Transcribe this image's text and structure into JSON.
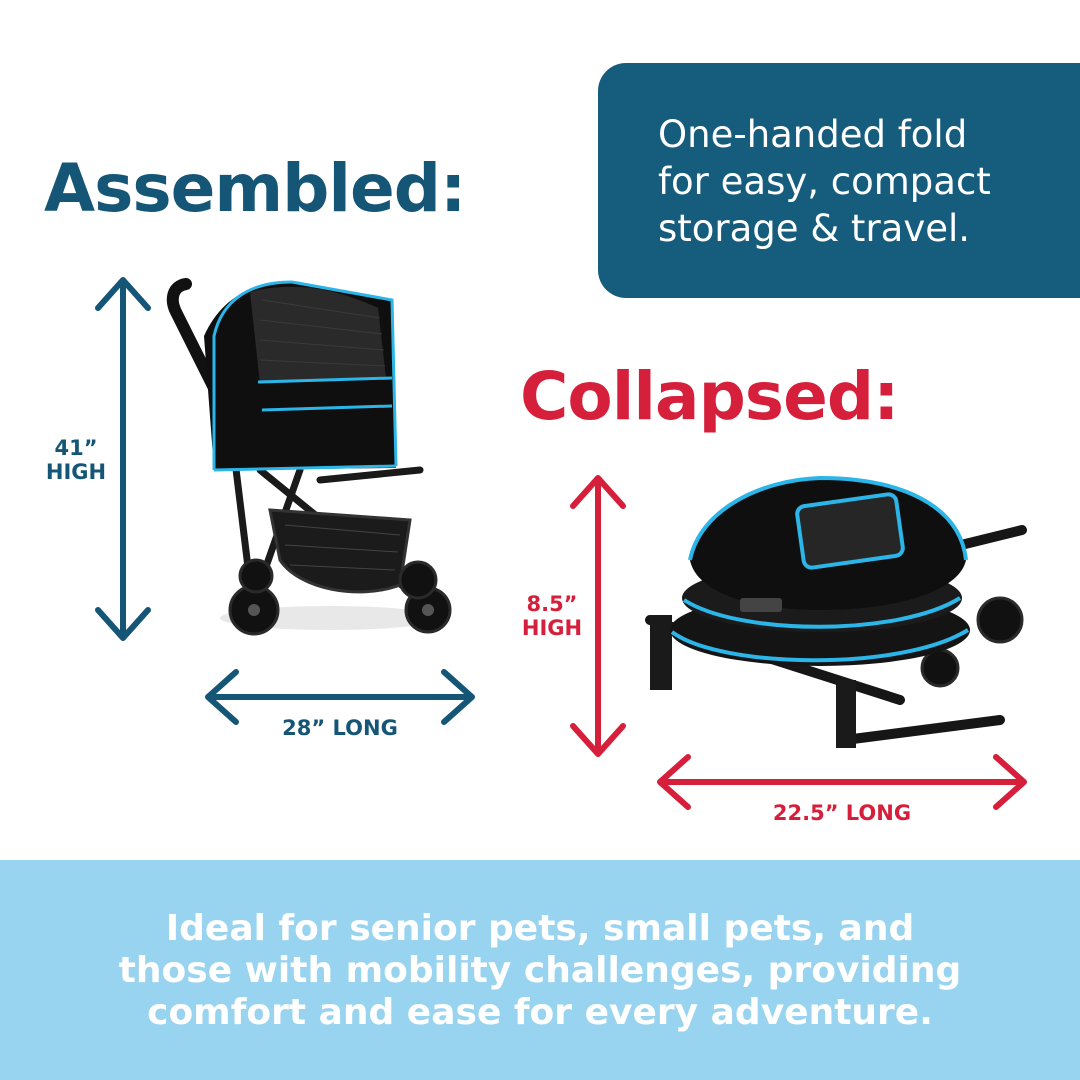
{
  "headings": {
    "assembled": "Assembled:",
    "collapsed": "Collapsed:"
  },
  "callout": {
    "lines": [
      "One-handed fold",
      "for easy, compact",
      "storage & travel."
    ]
  },
  "assembled_dims": {
    "height_value": "41”",
    "height_unit": "HIGH",
    "length": "28” LONG"
  },
  "collapsed_dims": {
    "height_value": "8.5”",
    "height_unit": "HIGH",
    "length": "22.5” LONG"
  },
  "banner": {
    "lines": [
      "Ideal for senior pets, small pets, and",
      "those with mobility challenges, providing",
      "comfort and ease for every adventure."
    ]
  },
  "colors": {
    "blue": "#155677",
    "red": "#d61f3a",
    "callout_bg": "#155c7d",
    "banner_bg": "#98d3ef",
    "stroller_accent": "#2bb5e8"
  }
}
